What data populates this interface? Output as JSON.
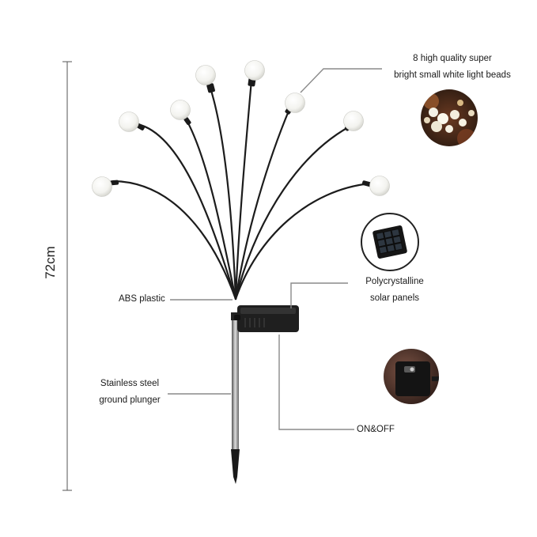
{
  "height": {
    "label": "72cm"
  },
  "callouts": {
    "light_beads": {
      "line1": "8 high quality super",
      "line2": "bright small white light beads"
    },
    "abs": {
      "text": "ABS plastic"
    },
    "solar": {
      "line1": "Polycrystalline",
      "line2": "solar panels"
    },
    "plunger": {
      "line1": "Stainless steel",
      "line2": "ground plunger"
    },
    "switch": {
      "text": "ON&OFF"
    }
  },
  "colors": {
    "stem": "#1c1c1c",
    "bead": "#f7f7f4",
    "leader": "#8a8a8a",
    "panel": "#222222"
  },
  "icons": [
    "light-beads-photo",
    "solar-panel-photo",
    "switch-photo"
  ]
}
